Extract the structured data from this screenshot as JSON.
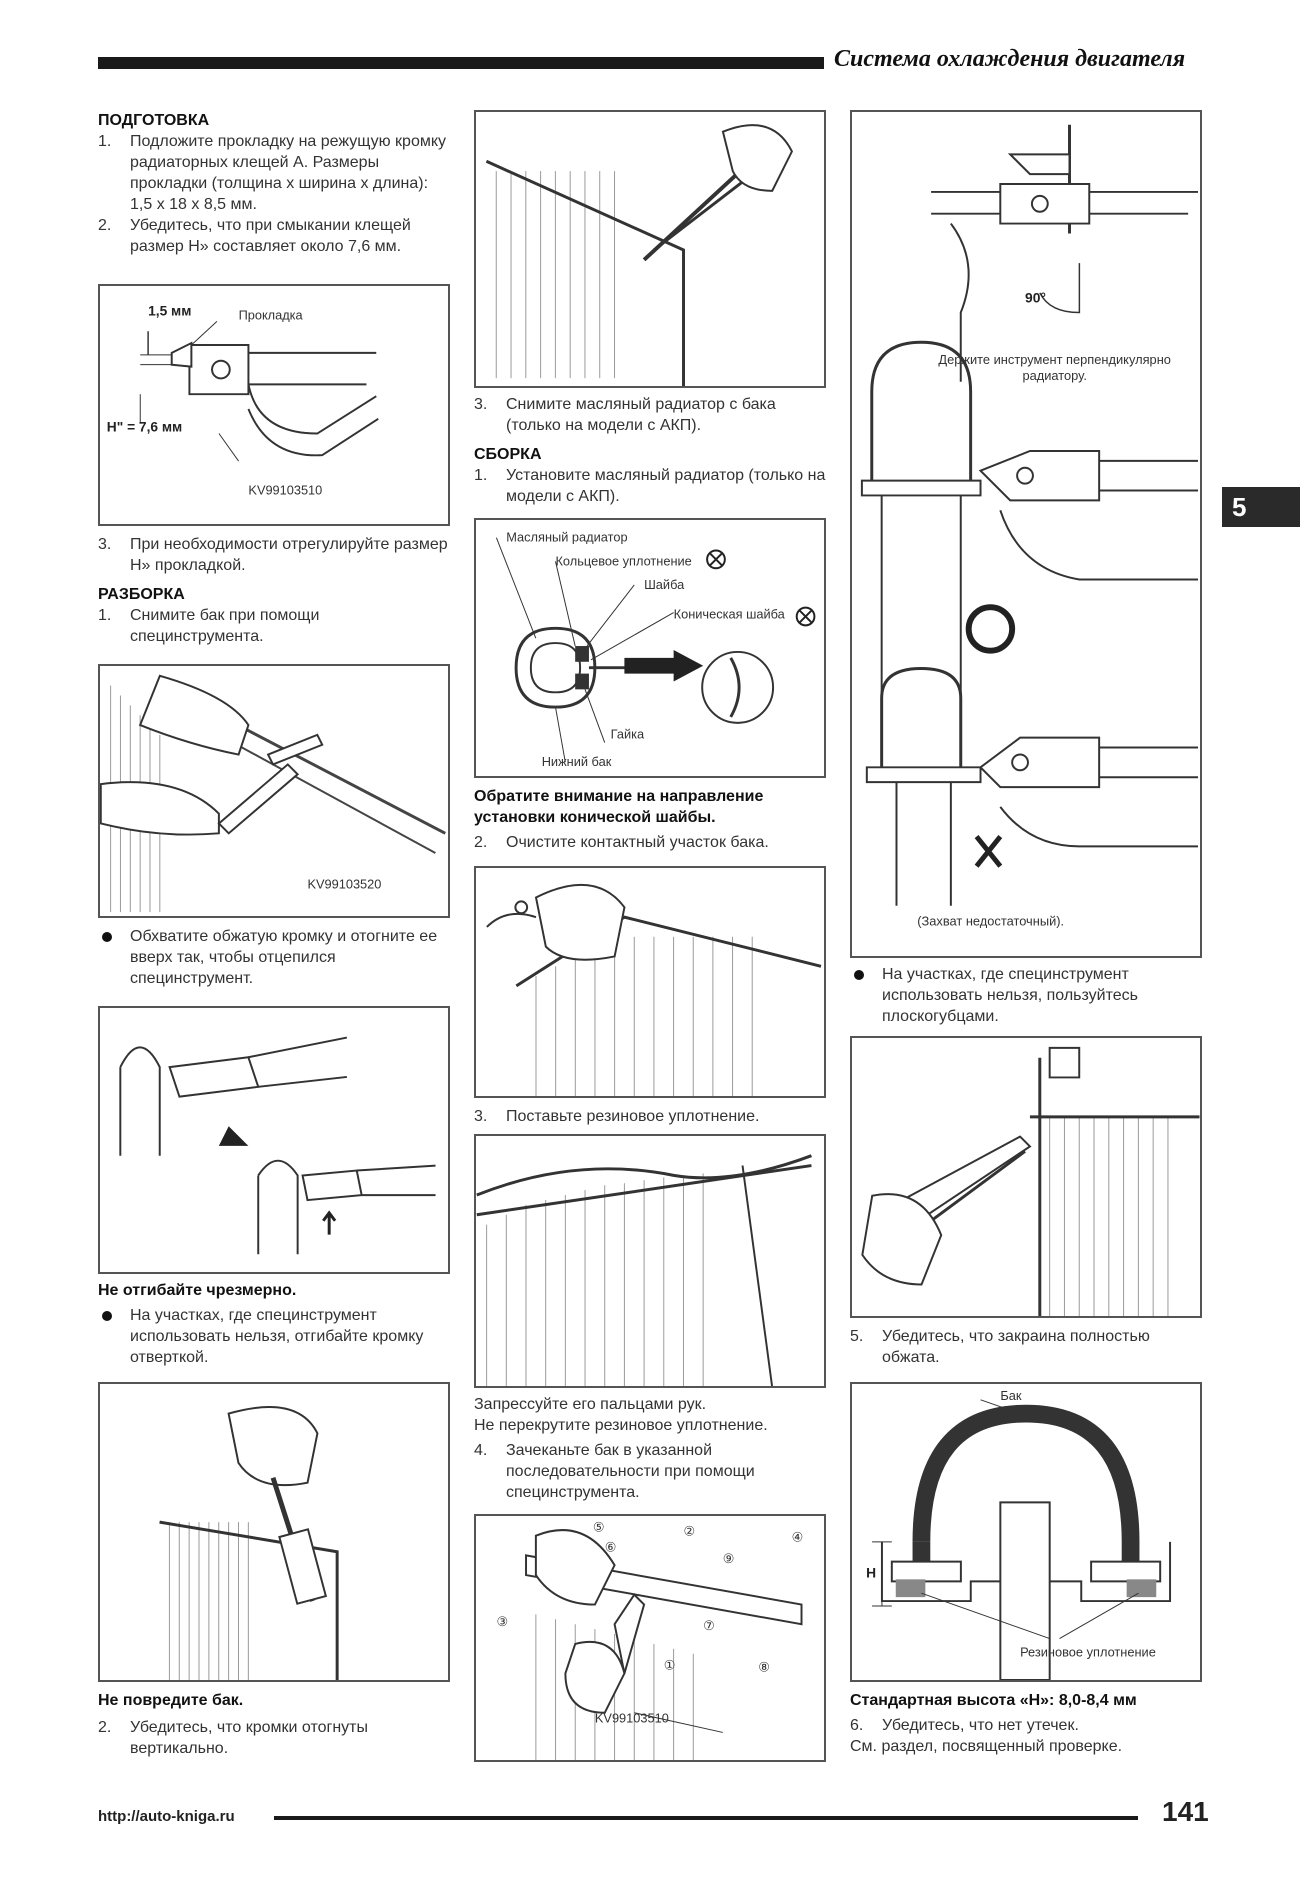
{
  "header": {
    "title": "Система охлаждения двигателя",
    "tab": "5"
  },
  "footer": {
    "url": "http://auto-kniga.ru",
    "page": "141"
  },
  "col1": {
    "prep_heading": "ПОДГОТОВКА",
    "prep_1_num": "1.",
    "prep_1": "Подложите прокладку на режущую кромку радиаторных клещей А. Размеры прокладки (толщина х ширина х длина): 1,5 х 18 х 8,5 мм.",
    "prep_2_num": "2.",
    "prep_2": "Убедитесь, что при смыкании клещей размер Н» составляет около 7,6 мм.",
    "fig1": {
      "dim1": "1,5 мм",
      "gasket": "Прокладка",
      "dimH": "Н\" = 7,6 мм",
      "tool": "KV99103510"
    },
    "prep_3_num": "3.",
    "prep_3": "При необходимости отрегулируйте размер Н» прокладкой.",
    "dis_heading": "РАЗБОРКА",
    "dis_1_num": "1.",
    "dis_1": "Снимите бак при помощи специнструмента.",
    "fig2": {
      "tool": "KV99103520"
    },
    "bullet_1": "Обхватите обжатую кромку и отогните ее вверх так, чтобы отцепился специнструмент.",
    "warn_1": "Не отгибайте чрезмерно.",
    "bullet_2": "На участках, где специнструмент использовать нельзя, отгибайте кромку отверткой.",
    "warn_2": "Не повредите бак.",
    "dis_2_num": "2.",
    "dis_2": "Убедитесь, что кромки отогнуты вертикально."
  },
  "col2": {
    "s3_num": "3.",
    "s3": "Снимите масляный радиатор с бака (только на модели с АКП).",
    "asm_heading": "СБОРКА",
    "a1_num": "1.",
    "a1": "Установите масляный радиатор (только на модели с АКП).",
    "fig_oil": {
      "oil": "Масляный радиатор",
      "oring": "Кольцевое уплотнение",
      "washer": "Шайба",
      "conical": "Коническая шайба",
      "nut": "Гайка",
      "lower": "Нижний бак"
    },
    "warn_3": "Обратите внимание на направление установки конической шайбы.",
    "a2_num": "2.",
    "a2": "Очистите контактный участок бака.",
    "a3_num": "3.",
    "a3": "Поставьте резиновое уплотнение.",
    "press": "Запрессуйте его пальцами рук.",
    "twist": "Не перекрутите резиновое уплотнение.",
    "a4_num": "4.",
    "a4": "Зачеканьте бак в указанной последовательности при помощи специнструмента.",
    "fig_seq": {
      "n1": "①",
      "n2": "②",
      "n3": "③",
      "n4": "④",
      "n5": "⑤",
      "n6": "⑥",
      "n7": "⑦",
      "n8": "⑧",
      "n9": "⑨",
      "tool": "KV99103510"
    }
  },
  "col3": {
    "fig_angle": {
      "angle": "90°",
      "hold": "Держите инструмент перпендикулярно радиатору.",
      "bad": "(Захват недостаточный)."
    },
    "bullet_3": "На участках, где специнструмент использовать нельзя, пользуйтесь плоскогубцами.",
    "s5_num": "5.",
    "s5": "Убедитесь, что закраина полностью обжата.",
    "fig_h": {
      "tank": "Бак",
      "h": "Н",
      "seal": "Резиновое уплотнение"
    },
    "std": "Стандартная высота «Н»: 8,0-8,4 мм",
    "s6_num": "6.",
    "s6": "Убедитесь, что нет утечек.",
    "see": "См. раздел, посвященный проверке."
  }
}
